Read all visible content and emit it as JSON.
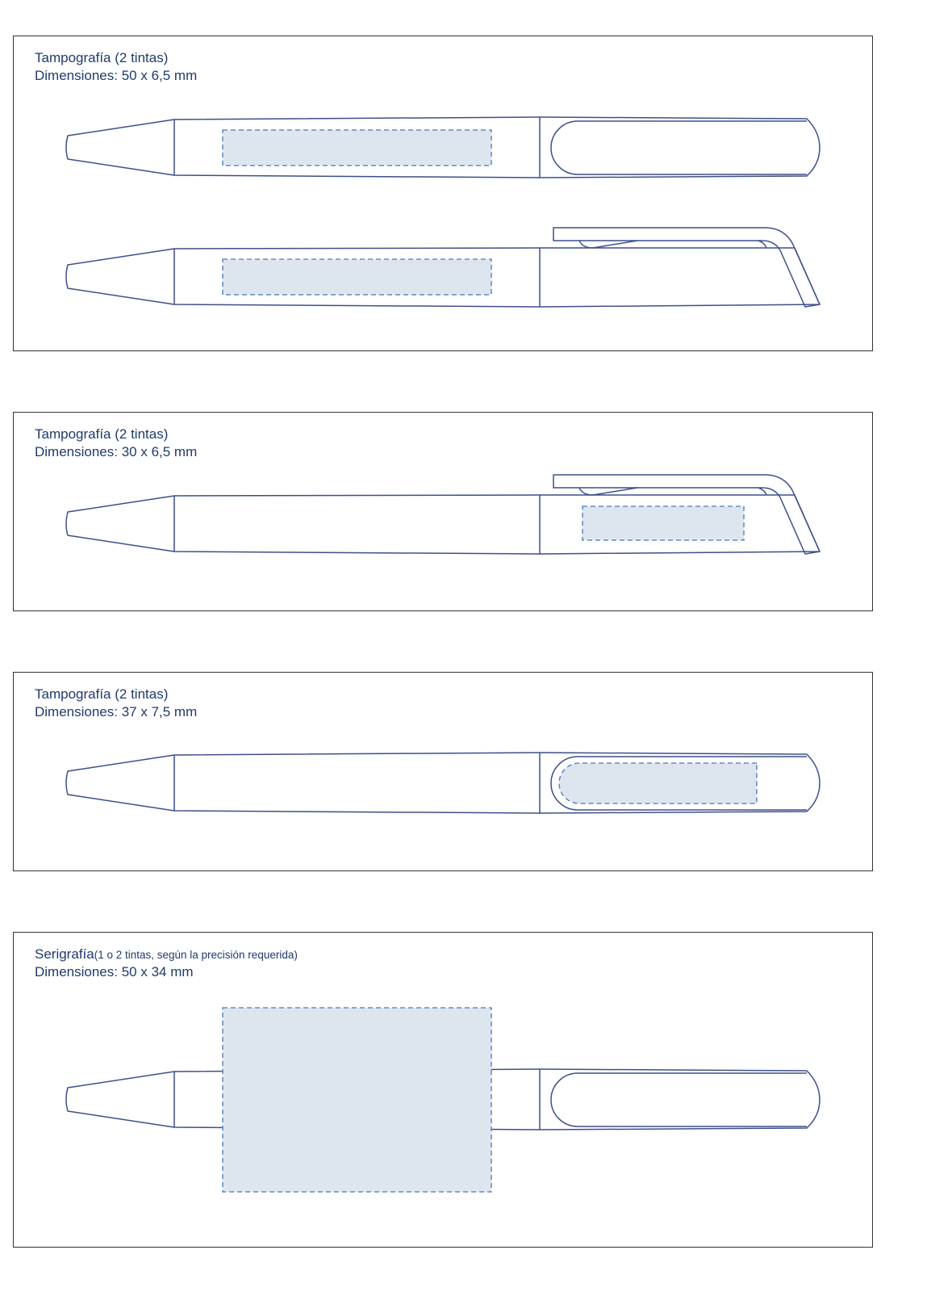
{
  "panels": [
    {
      "method": "Tampografía",
      "inks": "(2 tintas)",
      "dimensions": "Dimensiones: 50 x 6,5 mm"
    },
    {
      "method": "Tampografía",
      "inks": "(2 tintas)",
      "dimensions": "Dimensiones: 30 x 6,5 mm"
    },
    {
      "method": "Tampografía",
      "inks": "(2 tintas)",
      "dimensions": "Dimensiones: 37 x 7,5 mm"
    },
    {
      "method": "Serigrafía",
      "inks": "(1 o 2 tintas, según la precisión requerida)",
      "dimensions": "Dimensiones: 50 x 34 mm"
    }
  ],
  "colors": {
    "text": "#1f3a6e",
    "line": "#3d4f8a",
    "print_area": "#dde6ef",
    "print_border": "#4a78b8"
  }
}
